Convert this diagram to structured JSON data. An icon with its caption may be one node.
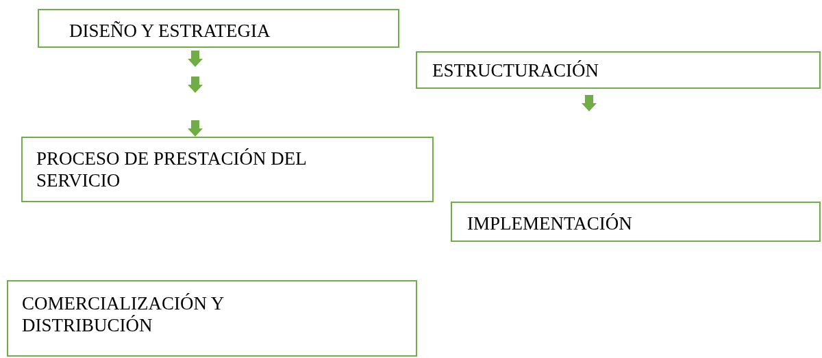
{
  "diagram": {
    "nodes": [
      {
        "text": [
          "DISEÑO Y ESTRATEGIA"
        ]
      },
      {
        "text": [
          "ESTRUCTURACIÓN"
        ]
      },
      {
        "text": [
          "PROCESO DE PRESTACIÓN DEL SERVICIO"
        ]
      },
      {
        "text": [
          "IMPLEMENTACIÓN"
        ]
      },
      {
        "text": [
          "COMERCIALIZACIÓN Y DISTRIBUCIÓN"
        ]
      }
    ]
  }
}
